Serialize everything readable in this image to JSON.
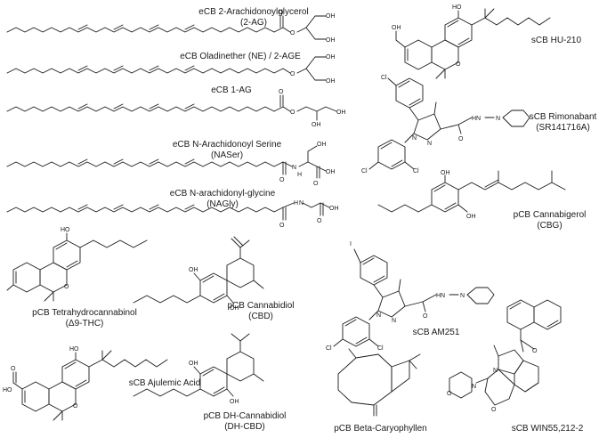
{
  "compounds": [
    {
      "id": "2ag",
      "name": "eCB 2-Arachidonoylglycerol",
      "abbr": "(2-AG)"
    },
    {
      "id": "ne",
      "name": "eCB  Oladinether (NE) / 2-AGE",
      "abbr": ""
    },
    {
      "id": "1ag",
      "name": "eCB 1-AG",
      "abbr": ""
    },
    {
      "id": "naser",
      "name": "eCB N-Arachidonoyl Serine",
      "abbr": "(NASer)"
    },
    {
      "id": "nagly",
      "name": "eCB N-arachidonyl-glycine",
      "abbr": "(NAGly)"
    },
    {
      "id": "thc",
      "name": "pCB Tetrahydrocannabinol",
      "abbr": "(Δ9-THC)"
    },
    {
      "id": "cbd",
      "name": "pCB Cannabidiol",
      "abbr": "(CBD)"
    },
    {
      "id": "ajulemic",
      "name": "sCB Ajulemic Acid",
      "abbr": ""
    },
    {
      "id": "dhcbd",
      "name": "pCB DH-Cannabidiol",
      "abbr": "(DH-CBD)"
    },
    {
      "id": "hu210",
      "name": "sCB HU-210",
      "abbr": ""
    },
    {
      "id": "rimonabant",
      "name": "sCB Rimonabant",
      "abbr": "(SR141716A)"
    },
    {
      "id": "cbg",
      "name": "pCB Cannabigerol",
      "abbr": "(CBG)"
    },
    {
      "id": "am251",
      "name": "sCB AM251",
      "abbr": ""
    },
    {
      "id": "caryophyllen",
      "name": "pCB Beta-Caryophyllen",
      "abbr": ""
    },
    {
      "id": "win55",
      "name": "sCB WIN55,212-2",
      "abbr": ""
    }
  ],
  "atoms": {
    "oh": "OH",
    "ho": "HO",
    "o": "O",
    "n": "N",
    "h": "H",
    "hn": "HN",
    "nh": "N",
    "cl": "Cl",
    "i": "I"
  }
}
